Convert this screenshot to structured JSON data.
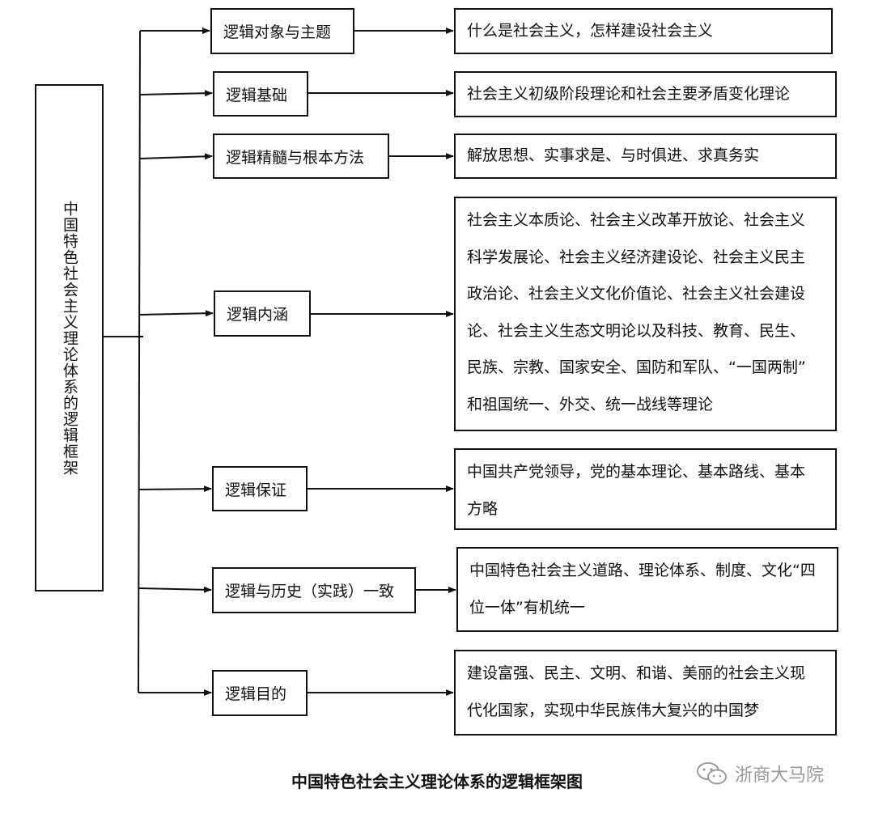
{
  "root": {
    "label": "中国特色社会主义理论体系的逻辑框架"
  },
  "rows": [
    {
      "label": "逻辑对象与主题",
      "content": "什么是社会主义，怎样建设社会主义"
    },
    {
      "label": "逻辑基础",
      "content": "社会主义初级阶段理论和社会主要矛盾变化理论"
    },
    {
      "label": "逻辑精髓与根本方法",
      "content": "解放思想、实事求是、与时俱进、求真务实"
    },
    {
      "label": "逻辑内涵",
      "content_lines": [
        "社会主义本质论、社会主义改革开放论、社会主义",
        "科学发展论、社会主义经济建设论、社会主义民主",
        "政治论、社会主义文化价值论、社会主义社会建设",
        "论、社会主义生态文明论以及科技、教育、民生、",
        "民族、宗教、国家安全、国防和军队、“一国两制”",
        "和祖国统一、外交、统一战线等理论"
      ]
    },
    {
      "label": "逻辑保证",
      "content_lines": [
        "中国共产党领导，党的基本理论、基本路线、基本",
        "方略"
      ]
    },
    {
      "label": "逻辑与历史（实践）一致",
      "content_lines": [
        "中国特色社会主义道路、理论体系、制度、文化“四",
        "位一体”有机统一"
      ]
    },
    {
      "label": "逻辑目的",
      "content_lines": [
        "建设富强、民主、文明、和谐、美丽的社会主义现",
        "代化国家，实现中华民族伟大复兴的中国梦"
      ]
    }
  ],
  "caption": "中国特色社会主义理论体系的逻辑框架图",
  "watermark": "浙商大马院"
}
